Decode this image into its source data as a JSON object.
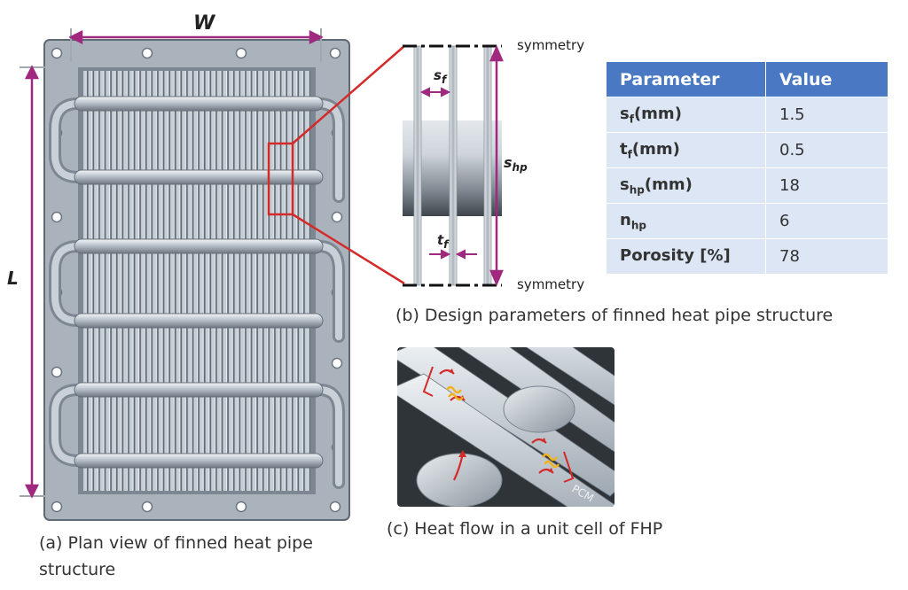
{
  "panel_a": {
    "label_w": "W",
    "label_l": "L",
    "caption_line1": "(a) Plan view of finned heat pipe",
    "caption_line2": "structure"
  },
  "panel_b": {
    "symmetry_top": "symmetry",
    "symmetry_bottom": "symmetry",
    "label_sf": "s",
    "label_sf_sub": "f",
    "label_tf": "t",
    "label_tf_sub": "f",
    "label_shp": "s",
    "label_shp_sub": "hp",
    "caption": "(b) Design parameters of finned heat pipe structure"
  },
  "table": {
    "header_param": "Parameter",
    "header_value": "Value",
    "rows": [
      {
        "name": "s",
        "sub": "f",
        "unit": "(mm)",
        "value": "1.5"
      },
      {
        "name": "t",
        "sub": "f",
        "unit": "(mm)",
        "value": "0.5"
      },
      {
        "name": "s",
        "sub": "hp",
        "unit": "(mm)",
        "value": "18"
      },
      {
        "name": "n",
        "sub": "hp",
        "unit": "",
        "value": "6"
      },
      {
        "name": "Porosity [%]",
        "sub": "",
        "unit": "",
        "value": "78"
      }
    ]
  },
  "panel_c": {
    "pcm_label": "PCM",
    "caption": "(c) Heat flow in a unit cell of FHP"
  },
  "colors": {
    "dimension": "#a0287f",
    "highlight": "#d42a2a",
    "table_header": "#4a78c2",
    "table_row": "#dce6f4"
  }
}
